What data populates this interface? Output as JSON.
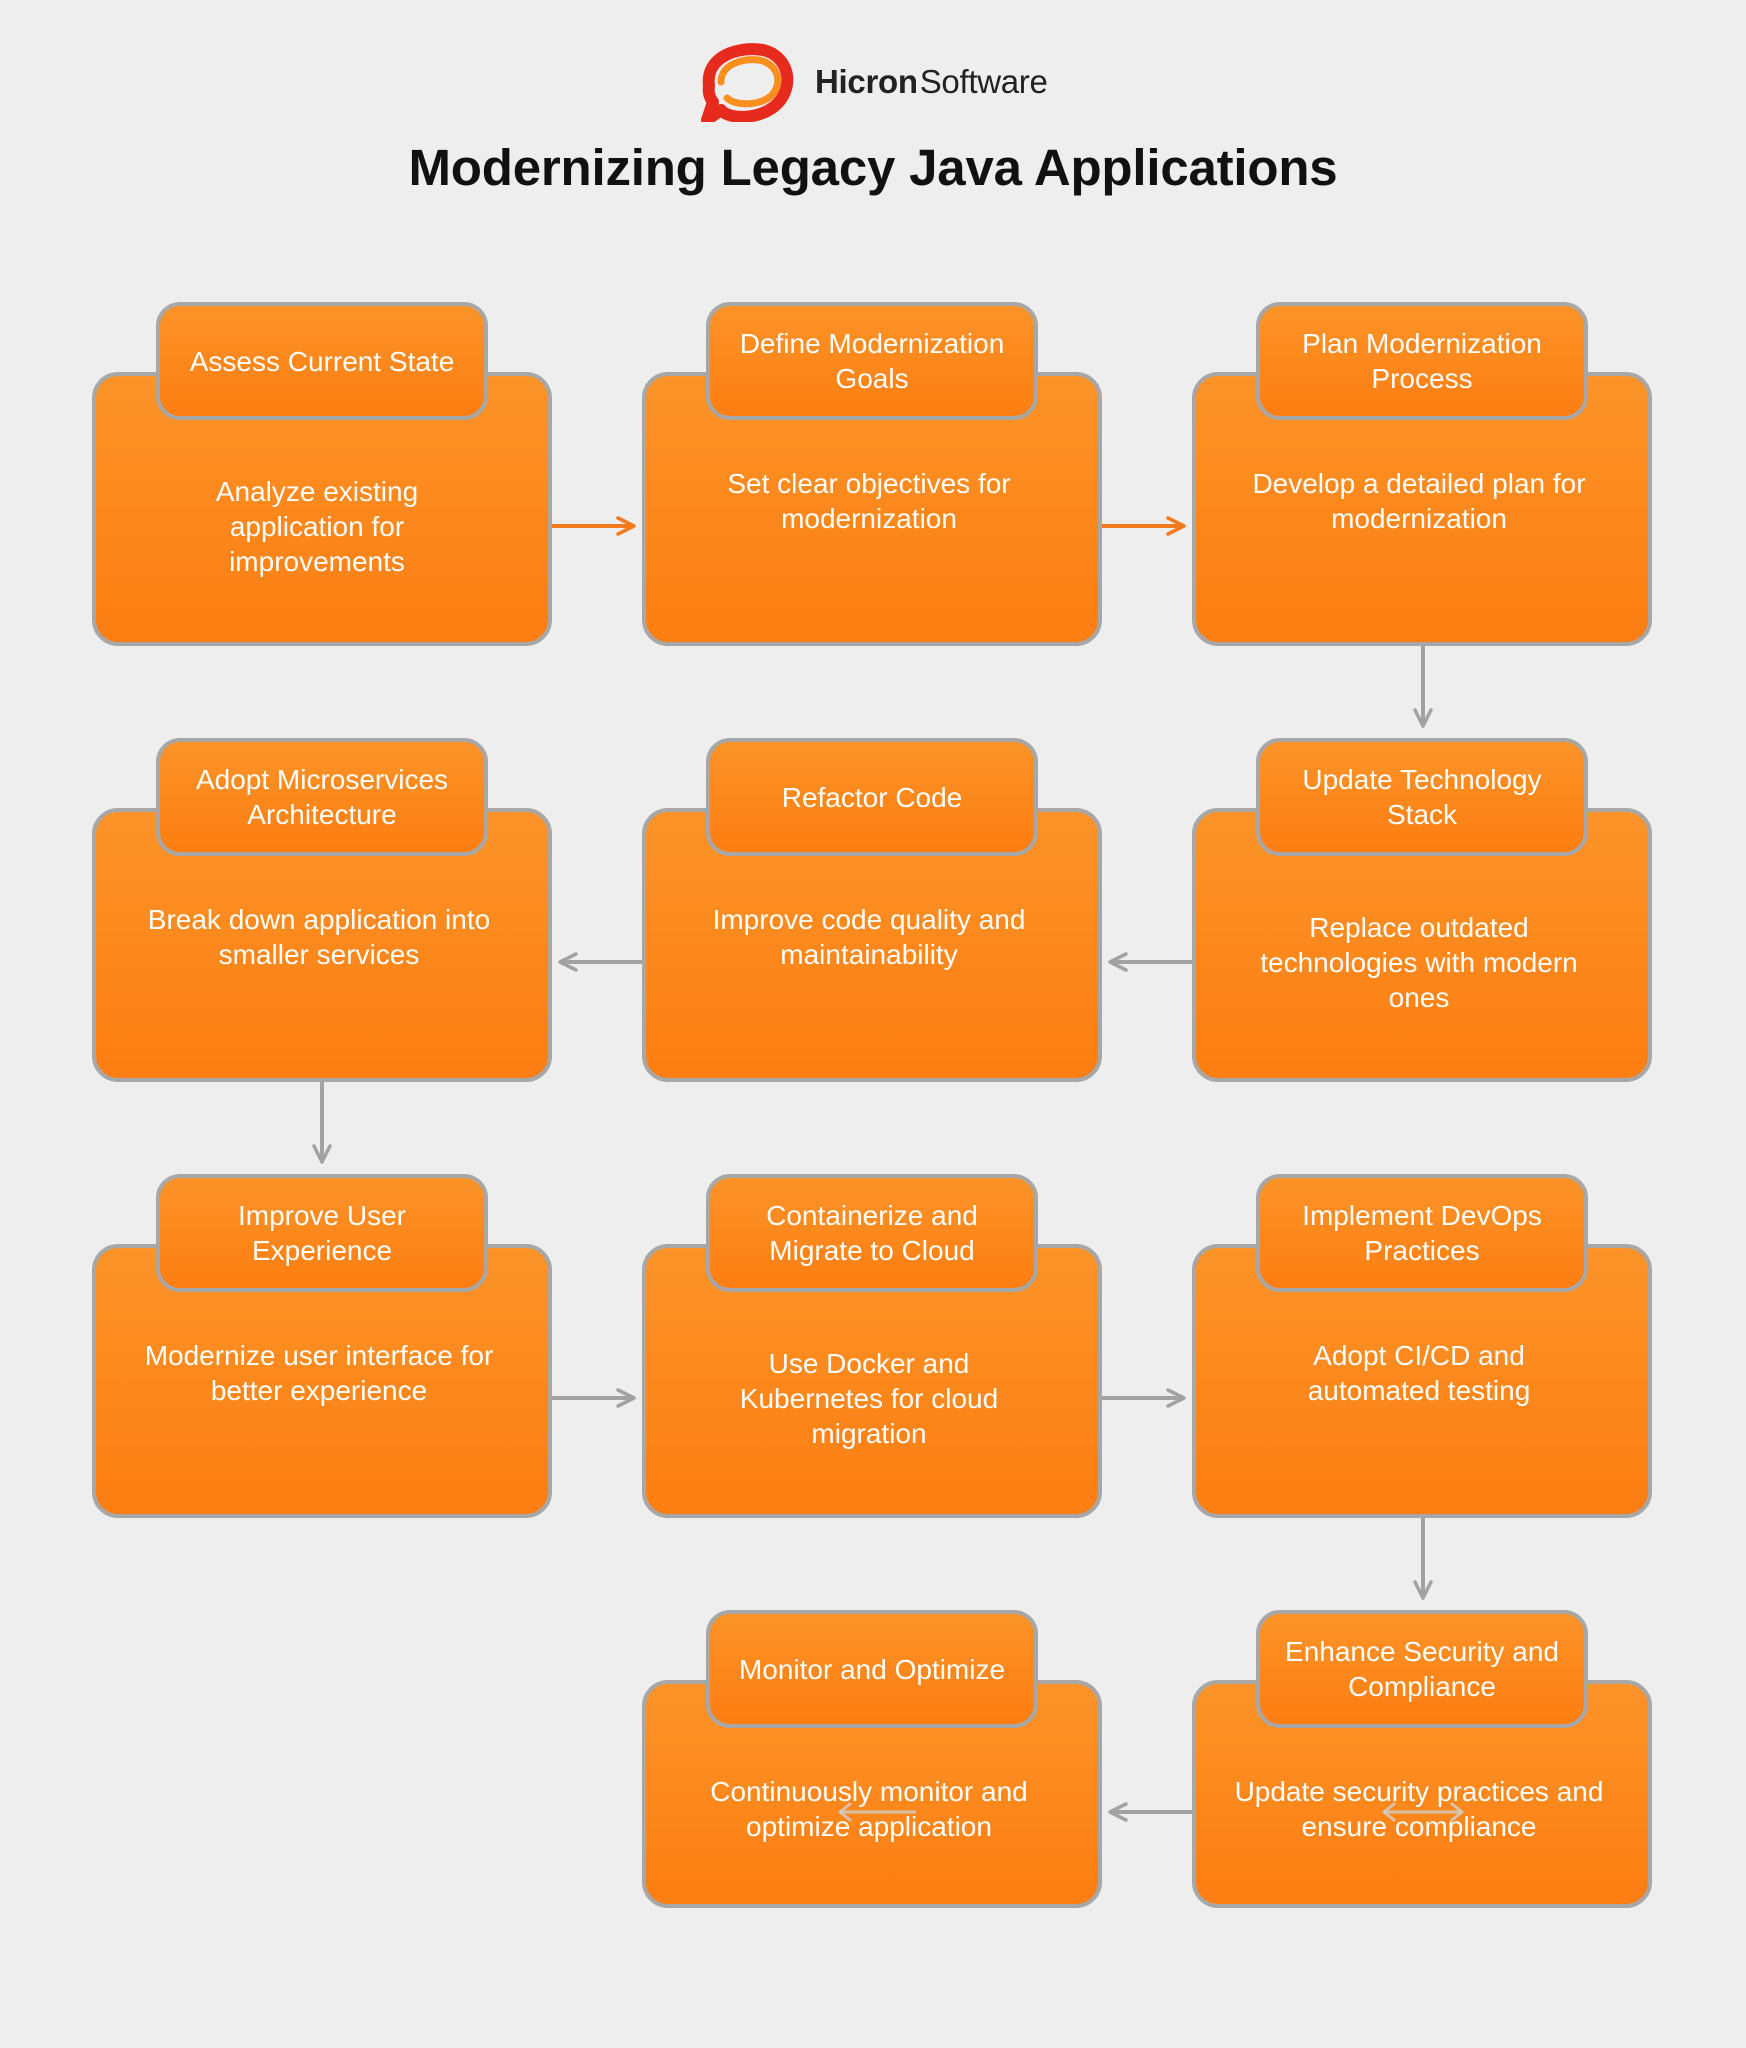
{
  "header": {
    "brand_bold": "Hicron",
    "brand_light": "Software",
    "logo_icon": "speech-bubble-logo-icon",
    "title": "Modernizing Legacy Java Applications"
  },
  "colors": {
    "background": "#eeeeee",
    "card_fill_top": "#fb9328",
    "card_fill_bottom": "#fd7e12",
    "card_border": "#a7a7a7",
    "arrow_gray": "#a2a2a2",
    "arrow_orange": "#f47a1f",
    "text": "#ffffff"
  },
  "steps": [
    {
      "title": "Assess Current State",
      "description": "Analyze existing application for improvements"
    },
    {
      "title": "Define Modernization Goals",
      "description": "Set clear objectives for modernization"
    },
    {
      "title": "Plan Modernization Process",
      "description": "Develop a detailed plan for modernization"
    },
    {
      "title": "Update Technology Stack",
      "description": "Replace outdated technologies with modern ones"
    },
    {
      "title": "Refactor Code",
      "description": "Improve code quality and maintainability"
    },
    {
      "title": "Adopt Microservices Architecture",
      "description": "Break down application into smaller services"
    },
    {
      "title": "Improve User Experience",
      "description": "Modernize user interface for better experience"
    },
    {
      "title": "Containerize and Migrate to Cloud",
      "description": "Use Docker and Kubernetes for cloud migration"
    },
    {
      "title": "Implement DevOps Practices",
      "description": "Adopt CI/CD and automated testing"
    },
    {
      "title": "Enhance Security and Compliance",
      "description": "Update security practices and ensure compliance"
    },
    {
      "title": "Monitor and Optimize",
      "description": "Continuously monitor and optimize application"
    }
  ],
  "connectors": [
    {
      "from": 1,
      "to": 2,
      "color": "orange"
    },
    {
      "from": 2,
      "to": 3,
      "color": "orange"
    },
    {
      "from": 3,
      "to": 4,
      "color": "gray"
    },
    {
      "from": 4,
      "to": 5,
      "color": "gray"
    },
    {
      "from": 5,
      "to": 6,
      "color": "gray"
    },
    {
      "from": 6,
      "to": 7,
      "color": "gray"
    },
    {
      "from": 7,
      "to": 8,
      "color": "gray"
    },
    {
      "from": 8,
      "to": 9,
      "color": "gray"
    },
    {
      "from": 9,
      "to": 10,
      "color": "gray"
    },
    {
      "from": 10,
      "to": 11,
      "color": "gray"
    }
  ]
}
